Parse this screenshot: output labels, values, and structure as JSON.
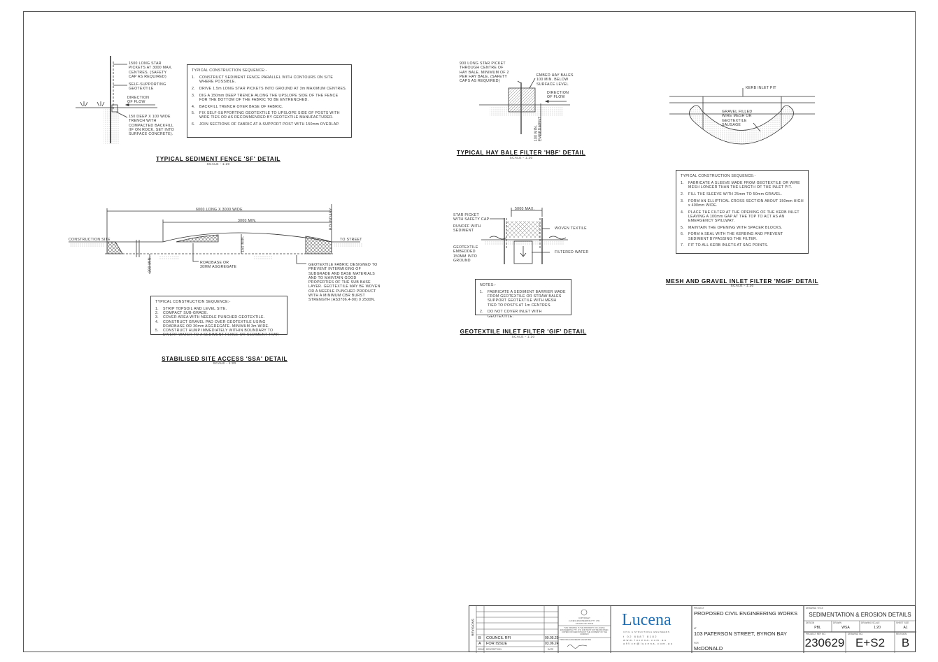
{
  "sf": {
    "labels": {
      "picket": "1500 LONG STAR\nPICKETS AT 3000 MAX.\nCENTRES. (SAFETY\nCAP AS REQUIRED)",
      "geotextile": "SELF-SUPPORTING\nGEOTEXTILE",
      "flow": "DIRECTION\nOF FLOW",
      "trench": "150 DEEP x 100 WIDE\nTRENCH WITH\nCOMPACTED BACKFILL\n(IF ON ROCK, SET INTO\nSURFACE CONCRETE)."
    },
    "sequence": {
      "heading": "TYPICAL CONSTRUCTION SEQUENCE:-",
      "items": [
        {
          "n": "1.",
          "t": "CONSTRUCT SEDIMENT FENCE PARALLEL WITH CONTOURS ON SITE WHERE POSSIBLE."
        },
        {
          "n": "2.",
          "t": "DRIVE 1.5m LONG STAR PICKETS INTO GROUND AT 3m MAXIMUM CENTRES."
        },
        {
          "n": "3.",
          "t": "DIG A 150mm DEEP TRENCH ALONG THE UPSLOPE SIDE OF THE FENCE FOR THE BOTTOM OF THE FABRIC TO BE ENTRENCHED."
        },
        {
          "n": "4.",
          "t": "BACKFILL TRENCH OVER BASE OF FABRIC."
        },
        {
          "n": "5.",
          "t": "FIX SELF-SUPPORTING GEOTEXTILE TO UPSLOPE SIDE OF POSTS WITH WIRE TIES OR AS RECOMMENDED BY GEOTEXTILE MANUFACTURER."
        },
        {
          "n": "6.",
          "t": "JOIN SECTIONS OF FABRIC AT A SUPPORT POST WITH 150mm OVERLAP."
        }
      ]
    },
    "title": "TYPICAL SEDIMENT FENCE 'SF' DETAIL",
    "scale": "SCALE - 1:20"
  },
  "hbf": {
    "labels": {
      "picket": "900 LONG STAR PICKET\nTHROUGH CENTRE OF\nHAY BALE. MINIMUM OF 2\nPER HAY BALE. (SAFETY\nCAPS AS REQUIRED)",
      "embed": "EMBED HAY BALES\n100 MIN. BELOW\nSURFACE LEVEL",
      "flow": "DIRECTION\nOF FLOW",
      "embedment": "100 MIN.\nEMBEDMENT"
    },
    "title": "TYPICAL HAY BALE FILTER 'HBF' DETAIL",
    "scale": "SCALE - 1:20"
  },
  "mgif": {
    "labels": {
      "pit": "KERB INLET PIT",
      "sausage": "GRAVEL FILLED\nWIRE MESH OR\nGEOTEXTILE\nSAUSAGE"
    },
    "sequence": {
      "heading": "TYPICAL CONSTRUCTION SEQUENCE:-",
      "items": [
        {
          "n": "1.",
          "t": "FABRICATE A SLEEVE MADE FROM GEOTEXTILE OR WIRE MESH LONGER THAN THE LENGTH OF THE INLET PIT."
        },
        {
          "n": "2.",
          "t": "FILL THE SLEEVE WITH 25mm TO 50mm GRAVEL."
        },
        {
          "n": "3.",
          "t": "FORM AN ELLIPTICAL CROSS SECTION ABOUT 150mm HIGH x 400mm WIDE."
        },
        {
          "n": "4.",
          "t": "PLACE THE FILTER AT THE OPENING OF THE KERB INLET LEAVING A 100mm GAP AT THE TOP TO ACT AS AN EMERGENCY SPILLWAY."
        },
        {
          "n": "5.",
          "t": "MAINTAIN THE OPENING WITH SPACER BLOCKS."
        },
        {
          "n": "6.",
          "t": "FORM A SEAL WITH THE KERBING AND PREVENT SEDIMENT BYPASSING THE FILTER."
        },
        {
          "n": "7.",
          "t": "FIT TO ALL KERB INLETS AT SAG POINTS."
        }
      ]
    },
    "title": "MESH AND GRAVEL INLET FILTER 'MGIF' DETAIL",
    "scale": "SCALE - 1:20"
  },
  "ssa": {
    "labels": {
      "overall": "6000 LONG x 3000 WIDE",
      "min": "3000 MIN.",
      "boundary": "BOUNDARY",
      "site": "CONSTRUCTION SITE",
      "street": "TO STREET",
      "hump": "150 MIN.",
      "depth": "200 MIN.",
      "roadbase": "ROADBASE OR\n30mm AGGREGATE",
      "geofabric": "GEOTEXTILE FABRIC DESIGNED TO\nPREVENT INTERMIXING OF\nSUBGRADE AND BASE MATERIALS\nAND TO MAINTAIN GOOD\nPROPERTIES OF THE SUB BASE\nLAYER. GEOTEXTILE MAY BE WOVEN\nOR A NEEDLE PUNCHED PRODUCT\nWITH A MINIMUM CBR BURST\nSTRENGTH (AS3706.4-90) 0 2500N."
    },
    "sequence": {
      "heading": "TYPICAL CONSTRUCTION SEQUENCE:-",
      "items": [
        {
          "n": "1.",
          "t": "STRIP TOPSOIL AND LEVEL SITE."
        },
        {
          "n": "2.",
          "t": "COMPACT SUB-GRADE."
        },
        {
          "n": "3.",
          "t": "COVER AREA WITH NEEDLE PUNCHED GEOTEXTILE."
        },
        {
          "n": "4.",
          "t": "CONSTRUCT GRAVEL PAD OVER GEOTEXTILE USING ROADBASE OR 30mm AGGREGATE. MINIMUM 3m WIDE."
        },
        {
          "n": "5.",
          "t": "CONSTRUCT HUMP IMMEDIATELY WITHIN BOUNDARY TO DIVERT WATER TO A SEDIMENT FENCE OR SEDIMENT TRAP."
        }
      ]
    },
    "title": "STABILISED SITE ACCESS 'SSA' DETAIL",
    "scale": "SCALE - 1:20"
  },
  "gif": {
    "labels": {
      "width": "5000 MAX.",
      "picket": "STAR PICKET\nWITH SAFETY CAP",
      "runoff": "RUNOFF WITH\nSEDIMENT",
      "woven": "WOVEN TEXTILE",
      "embedded": "GEOTEXTILE\nEMBEDDED\n150mm INTO\nGROUND",
      "filtered": "FILTERED WATER"
    },
    "notes": {
      "heading": "NOTES:-",
      "items": [
        {
          "n": "1.",
          "t": "FABRICATE A SEDIMENT BARRIER MADE FROM GEOTEXTILE OR STRAW BALES SUPPORT GEOTEXTILE WITH MESH TIED TO POSTS AT 1m CENTRES."
        },
        {
          "n": "2.",
          "t": "DO NOT COVER INLET WITH GEOTEXTILE."
        }
      ]
    },
    "title": "GEOTEXTILE INLET FILTER 'GIF' DETAIL",
    "scale": "SCALE - 1:20"
  },
  "titleblock": {
    "revisions_label": "REVISIONS",
    "revisions": [
      {
        "issue": "B",
        "description": "COUNCIL RFI",
        "date": "09.05.25"
      },
      {
        "issue": "A",
        "description": "FOR ISSUE",
        "date": "03.06.24"
      }
    ],
    "rev_headers": {
      "issue": "ISSUE",
      "description": "DESCRIPTION",
      "date": "DATE"
    },
    "copyright": "COPYRIGHT\nLUCENA ENGINEERING PTY. LTD.\nAS DATE OF ISSUE",
    "property": "THIS DRAWING IS THE PROPERTY OF LUCENA ENGINEERING PTY. LTD. AND MUST NOT BE RETAINED, COPIED OR USED WITHOUT THE CONSENT OF THE COMPANY",
    "signature_label": "PRINCIPAL ENGINEERS SIGNATURE",
    "logo": "Lucena",
    "logo_sub": "CIVIL & STRUCTURAL ENGINEERS",
    "contact": "t  02 6687 8182\nwww.lucena.com.au\noffice@lucena.com.au",
    "project_label": "PROJECT",
    "project": "PROPOSED CIVIL ENGINEERING WORKS",
    "at_label": "AT",
    "address": "103 PATERSON STREET, BYRON BAY",
    "for_label": "FOR",
    "client": "McDONALD",
    "drawing_title_label": "DRAWING TITLE",
    "drawing_title": "SEDIMENTATION & EROSION DETAILS",
    "design_label": "DESIGN",
    "design": "PBL",
    "drawn_label": "DRAWN",
    "drawn": "WSA",
    "scale_label": "DRAWING SCALE",
    "scale": "1:20",
    "sheet_label": "SHEET SIZE",
    "sheet": "A1",
    "project_no_label": "PROJECT REF No.",
    "project_no": "230629",
    "drawing_no_label": "DRAWING No.",
    "drawing_no": "E+S2",
    "revision_label": "REVISION",
    "revision": "B"
  },
  "colors": {
    "logo": "#1f6fb4",
    "line": "#333333"
  }
}
